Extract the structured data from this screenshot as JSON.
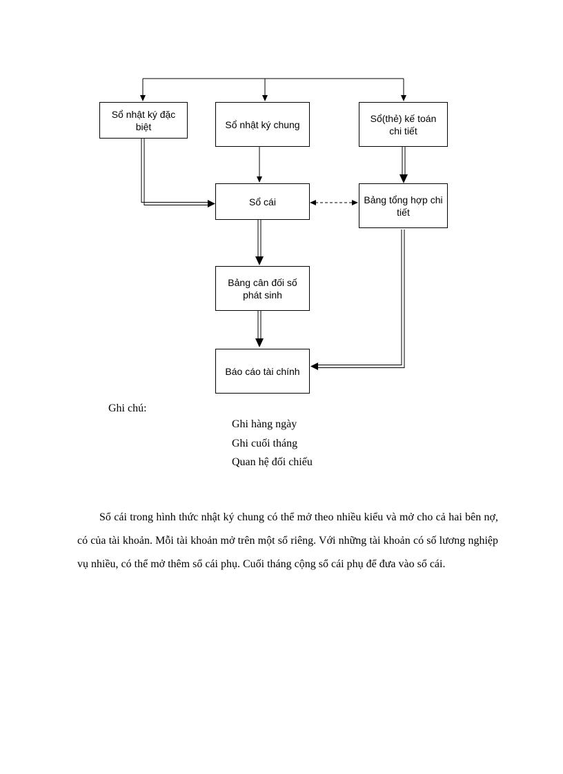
{
  "diagram": {
    "boxes": {
      "nhat_ky_dac_biet": "Sổ nhật ký đặc biệt",
      "nhat_ky_chung": "Sổ nhật ký chung",
      "the_ke_toan_chi_tiet": "Sổ(thẻ) kế toán chi tiết",
      "so_cai": "Sổ cái",
      "bang_tong_hop_chi_tiet": "Bảng tổng hợp chi tiết",
      "bang_can_doi_so_phat_sinh": "Bảng cân đối số phát sinh",
      "bao_cao_tai_chinh": "Báo cáo tài chính"
    }
  },
  "legend": {
    "title": "Ghi chú:",
    "daily": "Ghi hàng ngày",
    "month_end": "Ghi cuối tháng",
    "reconcile": "Quan hệ đối chiếu"
  },
  "paragraph": "Sổ cái trong hình thức nhật ký chung có thể mở theo nhiều kiểu và mở cho cả hai bên nợ, có của tài khoản. Mỗi tài khoản mở trên một sổ riêng. Với những tài khoản có số lương nghiệp vụ nhiều, có thể mở thêm sổ cái phụ. Cuối tháng cộng sổ cái phụ để đưa vào sổ cái."
}
